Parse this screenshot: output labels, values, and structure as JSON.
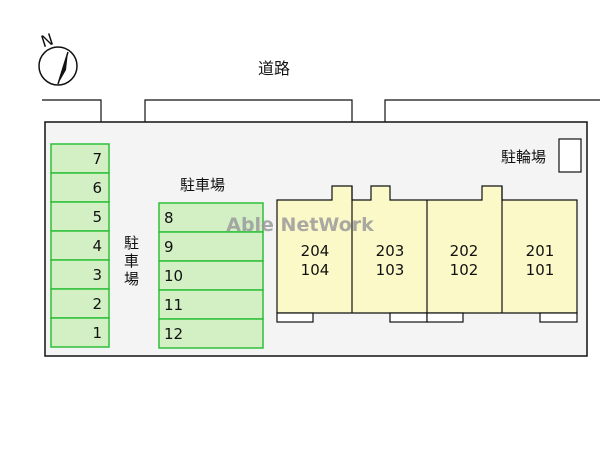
{
  "compass": {
    "label": "N"
  },
  "road": {
    "label": "道路"
  },
  "watermark": {
    "text": "Able NetWork"
  },
  "bicycle_parking": {
    "label": "駐輪場"
  },
  "parking_left": {
    "label_chars": [
      "駐",
      "車",
      "場"
    ],
    "spaces": [
      "7",
      "6",
      "5",
      "4",
      "3",
      "2",
      "1"
    ]
  },
  "parking_center": {
    "label": "駐車場",
    "spaces": [
      "8",
      "9",
      "10",
      "11",
      "12"
    ]
  },
  "building": {
    "units": [
      {
        "upper": "204",
        "lower": "104"
      },
      {
        "upper": "203",
        "lower": "103"
      },
      {
        "upper": "202",
        "lower": "102"
      },
      {
        "upper": "201",
        "lower": "101"
      }
    ]
  },
  "colors": {
    "parking_fill": "#d3f0c5",
    "parking_border": "#2fbf3a",
    "building_fill": "#fbf9c8",
    "site_fill": "#f4f4f4",
    "watermark": "#9a9a9a"
  }
}
